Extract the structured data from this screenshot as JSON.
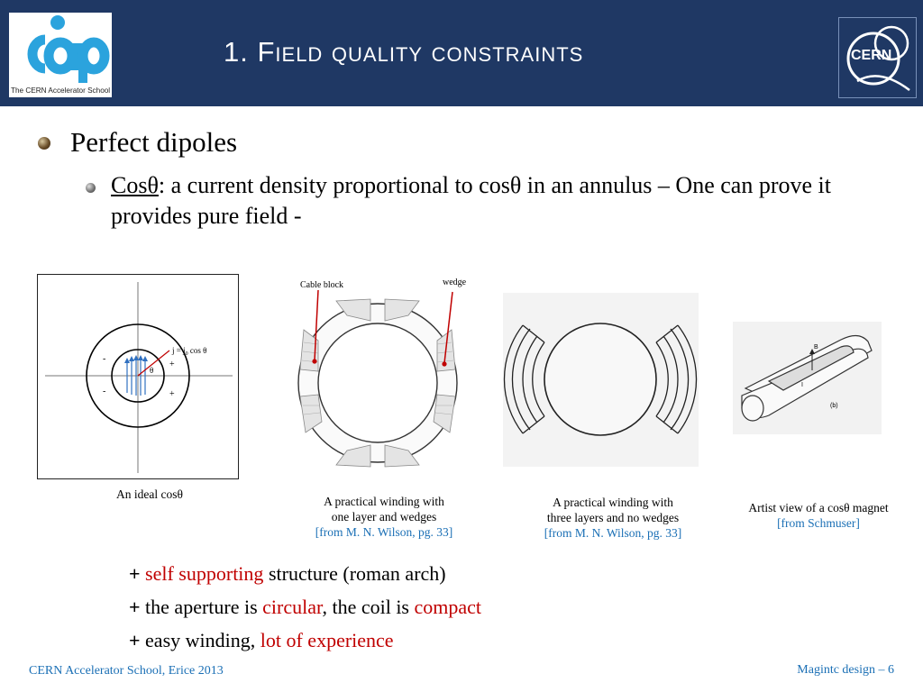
{
  "header": {
    "title": "1. Field quality constraints",
    "cas_logo_caption": "The CERN Accelerator School",
    "cern_logo_text": "CERN"
  },
  "content": {
    "bullet1": "Perfect dipoles",
    "bullet2_term": "Cosθ",
    "bullet2_rest": ": a current density proportional to cosθ in an annulus – One can prove it provides pure field -"
  },
  "figures": {
    "ideal": {
      "label_j": "j = j",
      "label_j_sub": "0",
      "label_j_tail": " cos θ",
      "label_theta": "θ",
      "label_plus": "+",
      "label_minus": "-",
      "caption": "An ideal cosθ"
    },
    "one_layer": {
      "label_cable": "Cable block",
      "label_wedge": "wedge",
      "caption_line1": "A practical winding with",
      "caption_line2": "one layer and wedges",
      "caption_ref": "[from M. N. Wilson, pg. 33]"
    },
    "three_layer": {
      "caption_line1": "A practical winding with",
      "caption_line2": "three layers and no wedges",
      "caption_ref": "[from M. N. Wilson, pg. 33]"
    },
    "artist": {
      "label_b": "B",
      "label_i": "I",
      "label_panel": "(b)",
      "caption_line1": "Artist view of a cosθ magnet",
      "caption_ref": "[from Schmuser]"
    }
  },
  "advantages": {
    "line1": {
      "plus": "+",
      "red": "self supporting",
      "rest": " structure (roman arch)"
    },
    "line2": {
      "plus": "+",
      "pre": " the aperture is ",
      "red1": "circular",
      "mid": ", the coil is ",
      "red2": "compact"
    },
    "line3": {
      "plus": "+",
      "pre": "  easy winding, ",
      "red": "lot of experience"
    }
  },
  "footer": {
    "left": "CERN Accelerator School, Erice 2013",
    "right": "Magintc design – 6"
  },
  "colors": {
    "header_bg": "#1f3864",
    "accent_red": "#c00000",
    "link_blue": "#1a6fb5"
  }
}
